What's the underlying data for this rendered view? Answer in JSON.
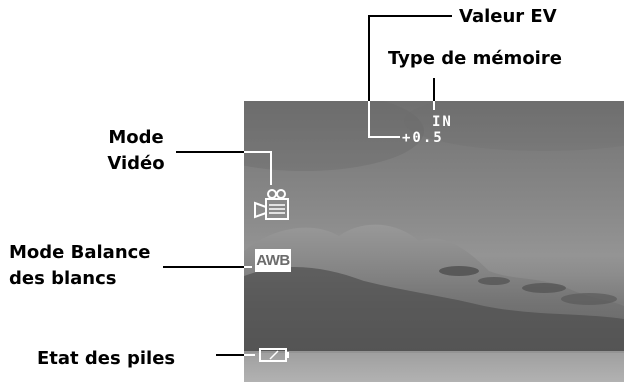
{
  "callouts": {
    "ev": "Valeur EV",
    "memory_type": "Type de mémoire",
    "video_mode_line1": "Mode",
    "video_mode_line2": "Vidéo",
    "white_balance_line1": "Mode Balance",
    "white_balance_line2": "des blancs",
    "battery": "Etat des piles"
  },
  "screen": {
    "memory_indicator": "IN",
    "ev_indicator": "+0.5",
    "awb_badge": "AWB",
    "video_icon": "video-camera-icon",
    "battery_icon": "battery-icon"
  },
  "colors": {
    "osd_text": "#ffffff",
    "label_text": "#000000",
    "leader_line": "#000000"
  }
}
